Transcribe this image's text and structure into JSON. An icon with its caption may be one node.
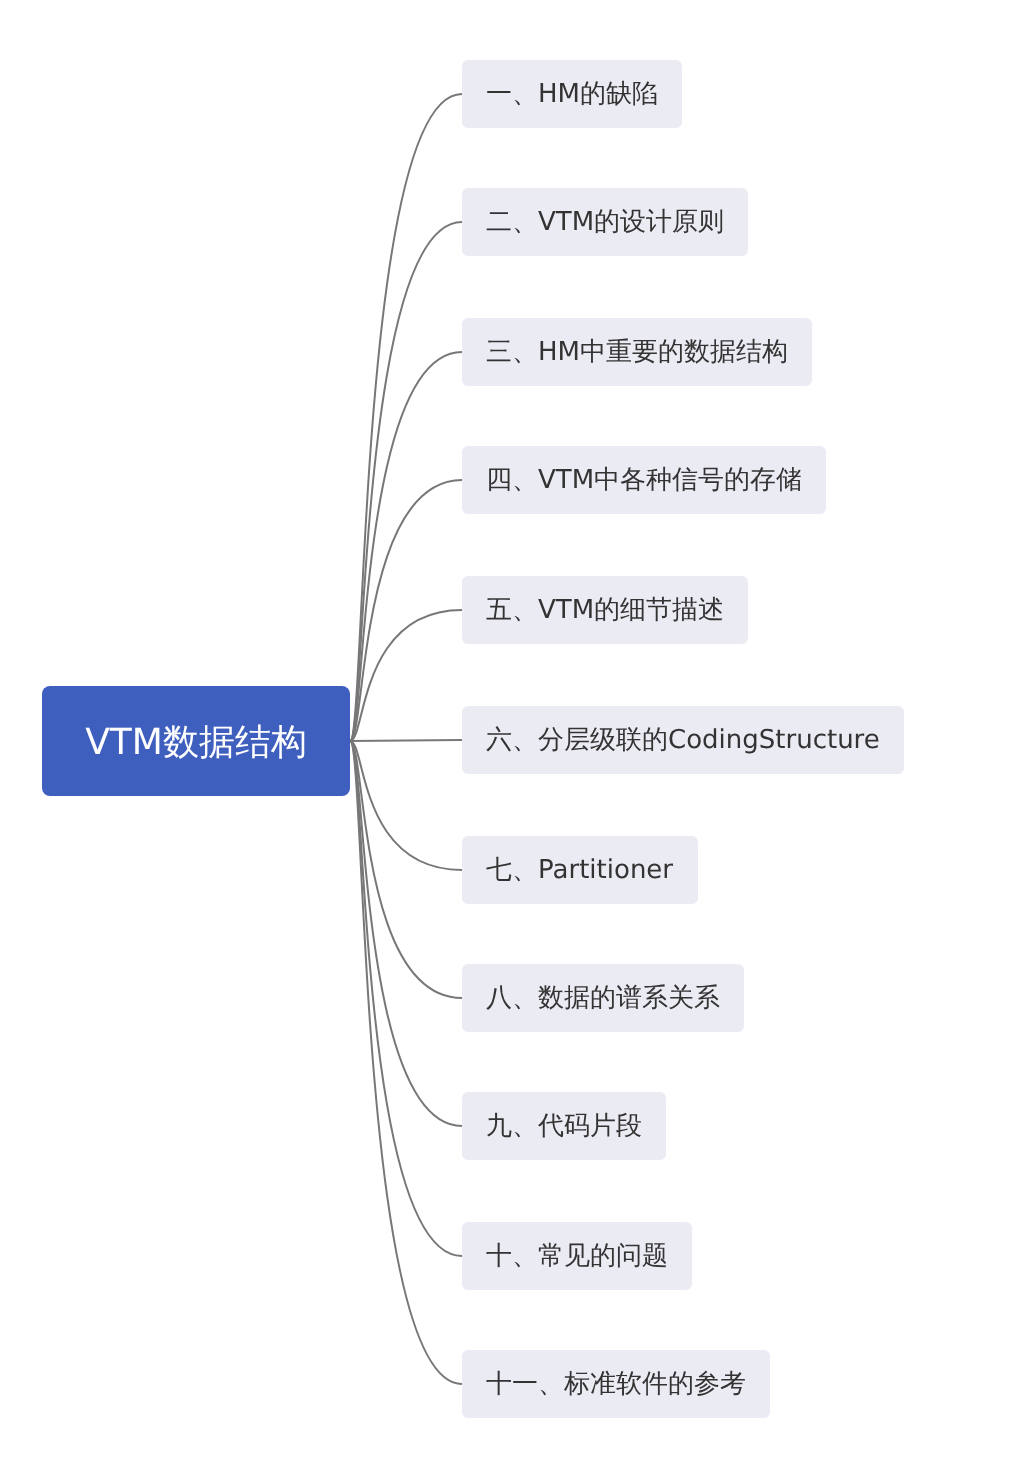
{
  "diagram": {
    "nodes": [
      {
        "text": [
          "VTM数据结构"
        ]
      },
      {
        "text": [
          "一、HM的缺陷"
        ]
      },
      {
        "text": [
          "二、VTM的设计原则"
        ]
      },
      {
        "text": [
          "三、HM中重要的数据结构"
        ]
      },
      {
        "text": [
          "四、VTM中各种信号的存储"
        ]
      },
      {
        "text": [
          "五、VTM的细节描述"
        ]
      },
      {
        "text": [
          "六、分层级联的CodingStructure"
        ]
      },
      {
        "text": [
          "七、Partitioner"
        ]
      },
      {
        "text": [
          "八、数据的谱系关系"
        ]
      },
      {
        "text": [
          "九、代码片段"
        ]
      },
      {
        "text": [
          "十、常见的问题"
        ]
      },
      {
        "text": [
          "十一、标准软件的参考"
        ]
      }
    ],
    "edges": [
      {
        "from": 0,
        "to": 1,
        "arrow": "none"
      },
      {
        "from": 0,
        "to": 2,
        "arrow": "none"
      },
      {
        "from": 0,
        "to": 3,
        "arrow": "none"
      },
      {
        "from": 0,
        "to": 4,
        "arrow": "none"
      },
      {
        "from": 0,
        "to": 5,
        "arrow": "none"
      },
      {
        "from": 0,
        "to": 6,
        "arrow": "none"
      },
      {
        "from": 0,
        "to": 7,
        "arrow": "none"
      },
      {
        "from": 0,
        "to": 8,
        "arrow": "none"
      },
      {
        "from": 0,
        "to": 9,
        "arrow": "none"
      },
      {
        "from": 0,
        "to": 10,
        "arrow": "none"
      },
      {
        "from": 0,
        "to": 11,
        "arrow": "none"
      }
    ]
  }
}
